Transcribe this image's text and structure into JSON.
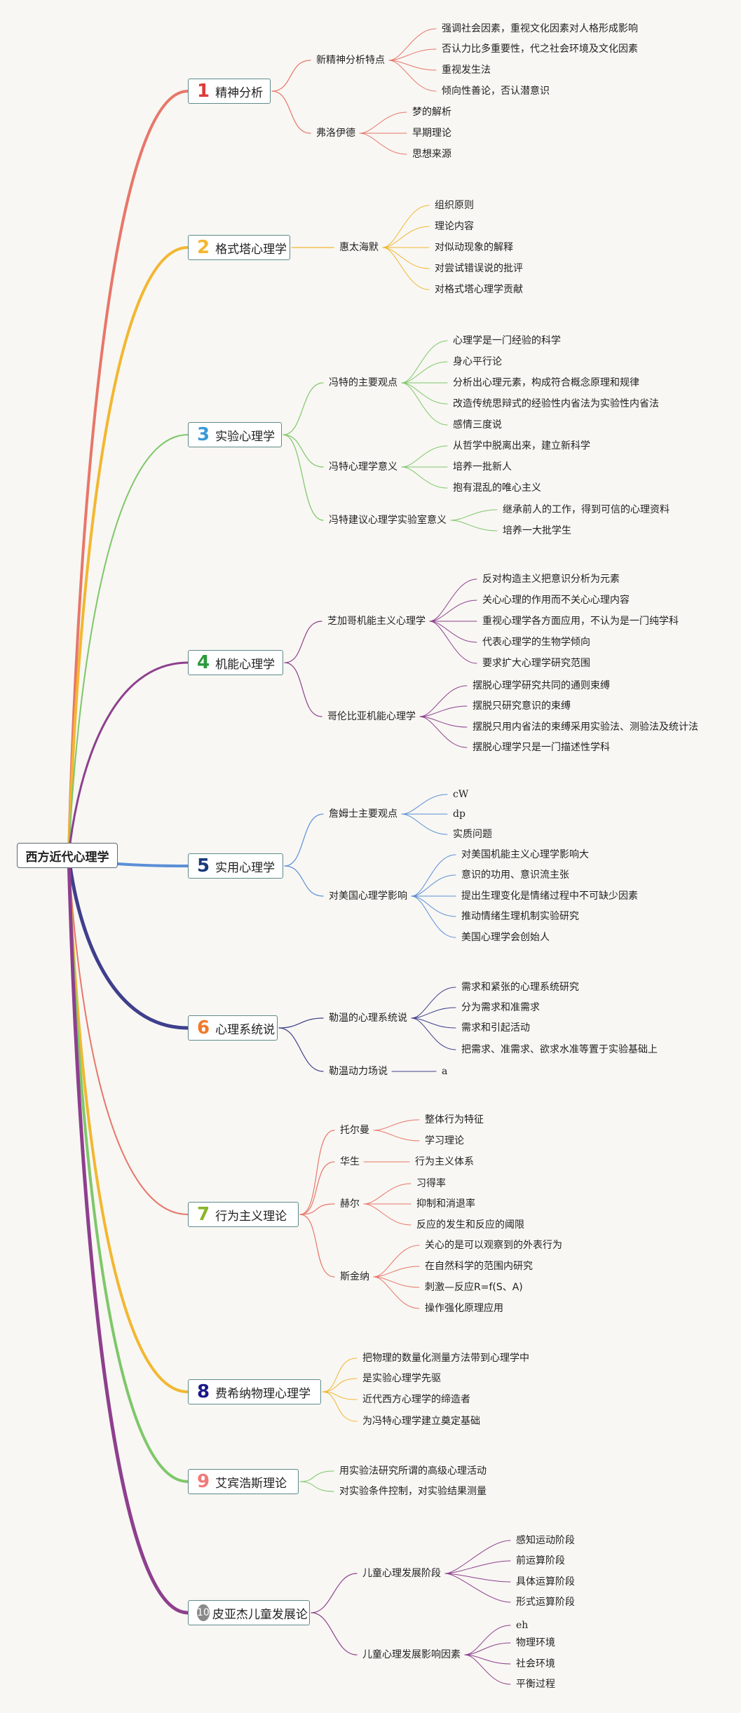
{
  "root": "西方近代心理学",
  "categories": [
    {
      "num": "1",
      "label": "精神分析",
      "color": "#e8766a",
      "numColor": "#e03a3a",
      "subs": [
        {
          "label": "新精神分析特点",
          "items": [
            "强调社会因素，重视文化因素对人格形成影响",
            "否认力比多重要性，代之社会环境及文化因素",
            "重视发生法",
            "倾向性善论，否认潜意识"
          ]
        },
        {
          "label": "弗洛伊德",
          "items": [
            "梦的解析",
            "早期理论",
            "思想来源"
          ]
        }
      ]
    },
    {
      "num": "2",
      "label": "格式塔心理学",
      "color": "#f2b731",
      "numColor": "#f2b731",
      "subs": [
        {
          "label": "惠太海默",
          "items": [
            "组织原则",
            "理论内容",
            "对似动现象的解释",
            "对尝试错误说的批评",
            "对格式塔心理学贡献"
          ]
        }
      ]
    },
    {
      "num": "3",
      "label": "实验心理学",
      "color": "#7ec76a",
      "numColor": "#3a9ad9",
      "subs": [
        {
          "label": "冯特的主要观点",
          "items": [
            "心理学是一门经验的科学",
            "身心平行论",
            "分析出心理元素，构成符合概念原理和规律",
            "改造传统思辩式的经验性内省法为实验性内省法",
            "感情三度说"
          ]
        },
        {
          "label": "冯特心理学意义",
          "items": [
            "从哲学中脱离出来，建立新科学",
            "培养一批新人",
            "抱有混乱的唯心主义"
          ]
        },
        {
          "label": "冯特建议心理学实验室意义",
          "items": [
            "继承前人的工作，得到可信的心理资料",
            "培养一大批学生"
          ]
        }
      ]
    },
    {
      "num": "4",
      "label": "机能心理学",
      "color": "#8e3f8e",
      "numColor": "#2a9a3a",
      "subs": [
        {
          "label": "芝加哥机能主义心理学",
          "items": [
            "反对构造主义把意识分析为元素",
            "关心心理的作用而不关心心理内容",
            "重视心理学各方面应用，不认为是一门纯学科",
            "代表心理学的生物学倾向",
            "要求扩大心理学研究范围"
          ]
        },
        {
          "label": "哥伦比亚机能心理学",
          "items": [
            "摆脱心理学研究共同的通则束缚",
            "摆脱只研究意识的束缚",
            "摆脱只用内省法的束缚采用实验法、测验法及统计法",
            "摆脱心理学只是一门描述性学科"
          ]
        }
      ]
    },
    {
      "num": "5",
      "label": "实用心理学",
      "color": "#5b8fd6",
      "numColor": "#1a3a7a",
      "subs": [
        {
          "label": "詹姆士主要观点",
          "items": [
            "cW",
            "dp",
            "实质问题"
          ]
        },
        {
          "label": "对美国心理学影响",
          "items": [
            "对美国机能主义心理学影响大",
            "意识的功用、意识流主张",
            "提出生理变化是情绪过程中不可缺少因素",
            "推动情绪生理机制实验研究",
            "美国心理学会创始人"
          ]
        }
      ]
    },
    {
      "num": "6",
      "label": "心理系统说",
      "color": "#3f3f8e",
      "numColor": "#f07a2a",
      "subs": [
        {
          "label": "勒温的心理系统说",
          "items": [
            "需求和紧张的心理系统研究",
            "分为需求和准需求",
            "需求和引起活动",
            "把需求、准需求、欲求水准等置于实验基础上"
          ]
        },
        {
          "label": "勒温动力场说",
          "items": [
            "a"
          ]
        }
      ]
    },
    {
      "num": "7",
      "label": "行为主义理论",
      "color": "#e8766a",
      "numColor": "#8ab52a",
      "subs": [
        {
          "label": "托尔曼",
          "items": [
            "整体行为特征",
            "学习理论"
          ]
        },
        {
          "label": "华生",
          "items": [
            "行为主义体系"
          ]
        },
        {
          "label": "赫尔",
          "items": [
            "习得率",
            "抑制和消退率",
            "反应的发生和反应的阈限"
          ]
        },
        {
          "label": "斯金纳",
          "items": [
            "关心的是可以观察到的外表行为",
            "在自然科学的范围内研究",
            "刺激—反应R=f(S、A)",
            "操作强化原理应用"
          ]
        }
      ]
    },
    {
      "num": "8",
      "label": "费希纳物理心理学",
      "color": "#f2b731",
      "numColor": "#1a1a8a",
      "items": [
        "把物理的数量化测量方法带到心理学中",
        "是实验心理学先驱",
        "近代西方心理学的缔造者",
        "为冯特心理学建立奠定基础"
      ]
    },
    {
      "num": "9",
      "label": "艾宾浩斯理论",
      "color": "#7ec76a",
      "numColor": "#f07a7a",
      "items": [
        "用实验法研究所谓的高级心理活动",
        "对实验条件控制，对实验结果测量"
      ]
    },
    {
      "num": "10",
      "label": "皮亚杰儿童发展论",
      "color": "#8e3f8e",
      "numColor": "#8a8a8a",
      "subs": [
        {
          "label": "儿童心理发展阶段",
          "items": [
            "感知运动阶段",
            "前运算阶段",
            "具体运算阶段",
            "形式运算阶段"
          ]
        },
        {
          "label": "儿童心理发展影响因素",
          "items": [
            "eh",
            "物理环境",
            "社会环境",
            "平衡过程"
          ]
        }
      ]
    }
  ]
}
